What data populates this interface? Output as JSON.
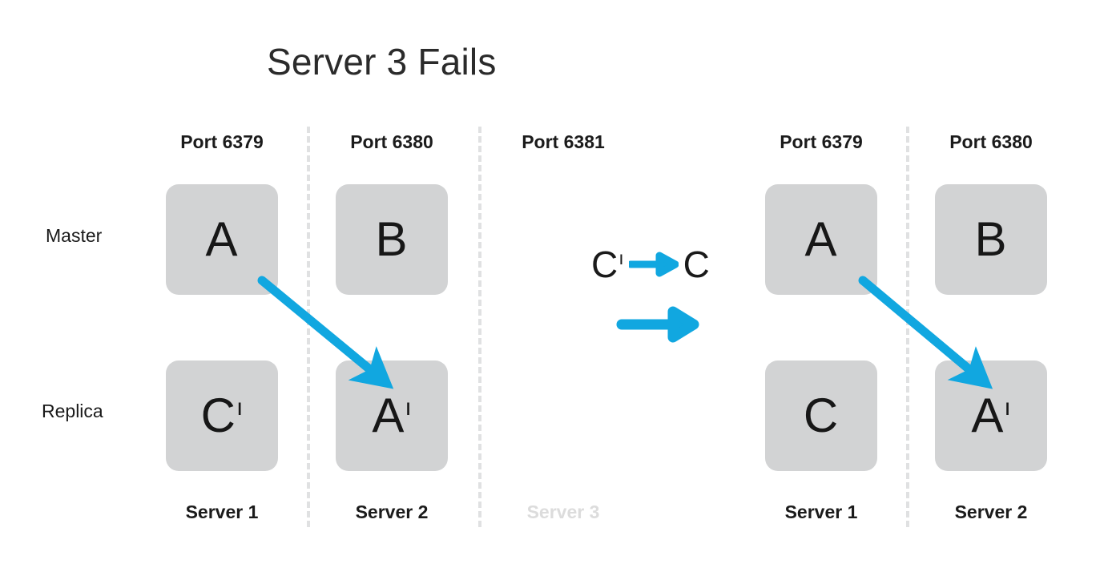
{
  "title": "Server 3 Fails",
  "accent_color": "#11a7e0",
  "box_color": "#d2d3d4",
  "divider_color": "#e0e1e2",
  "faded_color": "#dcdcdc",
  "row_labels": {
    "master": "Master",
    "replica": "Replica"
  },
  "left_cluster": {
    "columns": [
      {
        "port": "Port 6379",
        "server": "Server 1",
        "failed": false,
        "master": {
          "letter": "A",
          "prime": ""
        },
        "replica": {
          "letter": "C",
          "prime": "ı"
        }
      },
      {
        "port": "Port 6380",
        "server": "Server 2",
        "failed": false,
        "master": {
          "letter": "B",
          "prime": ""
        },
        "replica": {
          "letter": "A",
          "prime": "ı"
        }
      },
      {
        "port": "Port 6381",
        "server": "Server 3",
        "failed": true,
        "master": null,
        "replica": null
      }
    ]
  },
  "middle": {
    "promotion_from": "C",
    "promotion_from_prime": "ı",
    "promotion_arrow": "arrow-right-icon",
    "promotion_to": "C",
    "transition_arrow": "arrow-right-icon"
  },
  "right_cluster": {
    "columns": [
      {
        "port": "Port 6379",
        "server": "Server 1",
        "failed": false,
        "master": {
          "letter": "A",
          "prime": ""
        },
        "replica": {
          "letter": "C",
          "prime": ""
        }
      },
      {
        "port": "Port 6380",
        "server": "Server 2",
        "failed": false,
        "master": {
          "letter": "B",
          "prime": ""
        },
        "replica": {
          "letter": "A",
          "prime": "ı"
        }
      }
    ]
  },
  "replication_arrows": [
    {
      "name": "replication-arrow-left",
      "from": "A (Server 1 master)",
      "to": "A' (Server 2 replica)"
    },
    {
      "name": "replication-arrow-right",
      "from": "A (Server 1 master)",
      "to": "A' (Server 2 replica)"
    }
  ]
}
